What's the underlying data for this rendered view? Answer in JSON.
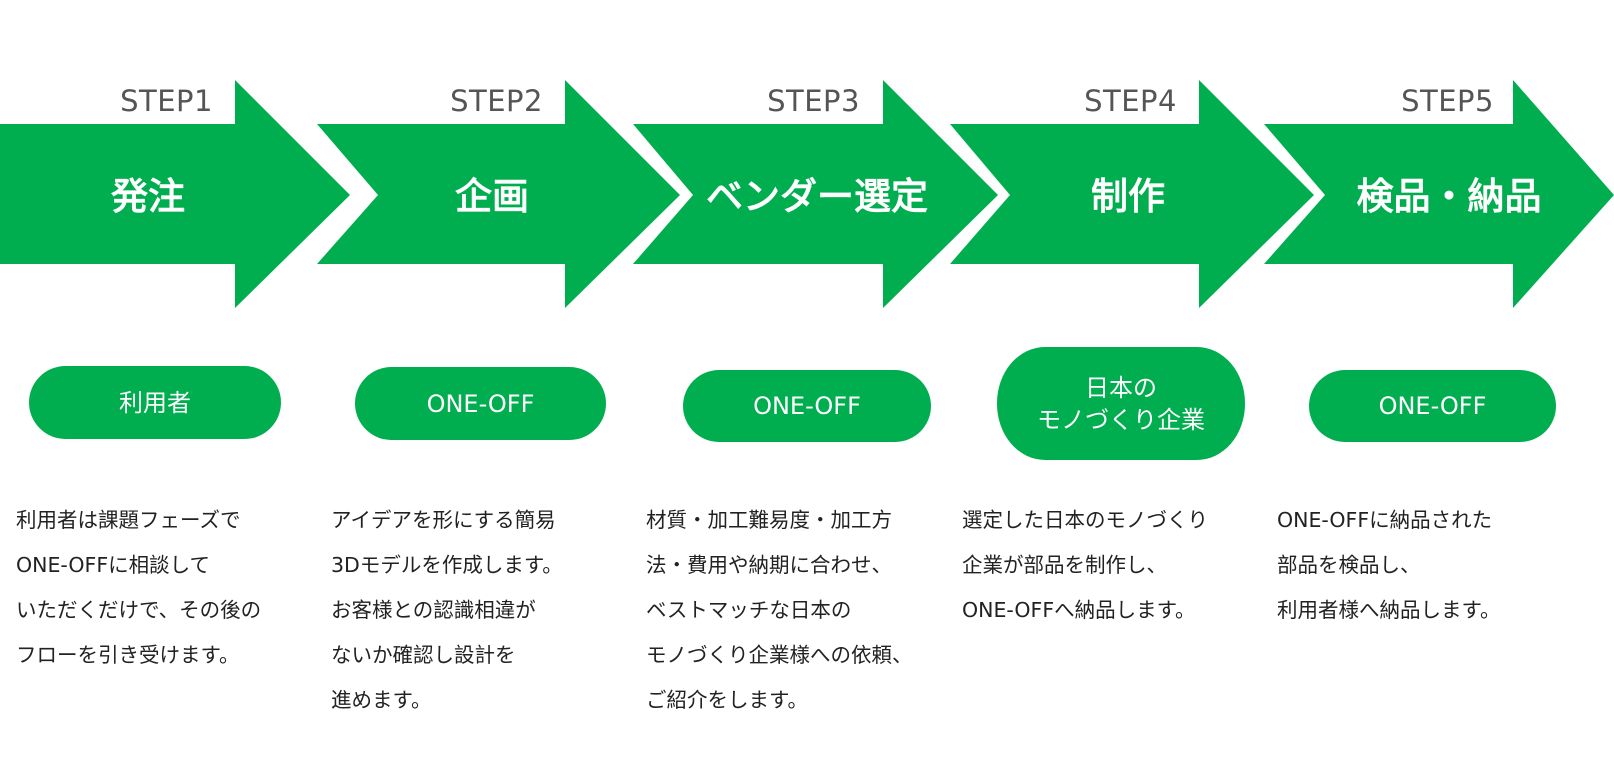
{
  "colors": {
    "accent": "#00ae4f",
    "step_label": "#555555",
    "text": "#222222",
    "on_accent": "#ffffff"
  },
  "steps": [
    {
      "step_label": "STEP1",
      "title": "発注",
      "actor": [
        "利用者"
      ],
      "description": [
        "利用者は課題フェーズで",
        "ONE-OFFに相談して",
        "いただくだけで、その後の",
        "フローを引き受けます。"
      ]
    },
    {
      "step_label": "STEP2",
      "title": "企画",
      "actor": [
        "ONE-OFF"
      ],
      "description": [
        "アイデアを形にする簡易",
        "3Dモデルを作成します。",
        "お客様との認識相違が",
        "ないか確認し設計を",
        "進めます。"
      ]
    },
    {
      "step_label": "STEP3",
      "title": "ベンダー選定",
      "actor": [
        "ONE-OFF"
      ],
      "description": [
        "材質・加工難易度・加工方",
        "法・費用や納期に合わせ、",
        "ベストマッチな日本の",
        "モノづくり企業様への依頼、",
        "ご紹介をします。"
      ]
    },
    {
      "step_label": "STEP4",
      "title": "制作",
      "actor": [
        "日本の",
        "モノづくり企業"
      ],
      "description": [
        "選定した日本のモノづくり",
        "企業が部品を制作し、",
        "ONE-OFFへ納品します。"
      ]
    },
    {
      "step_label": "STEP5",
      "title": "検品・納品",
      "actor": [
        "ONE-OFF"
      ],
      "description": [
        "ONE-OFFに納品された",
        "部品を検品し、",
        "利用者様へ納品します。"
      ]
    }
  ]
}
